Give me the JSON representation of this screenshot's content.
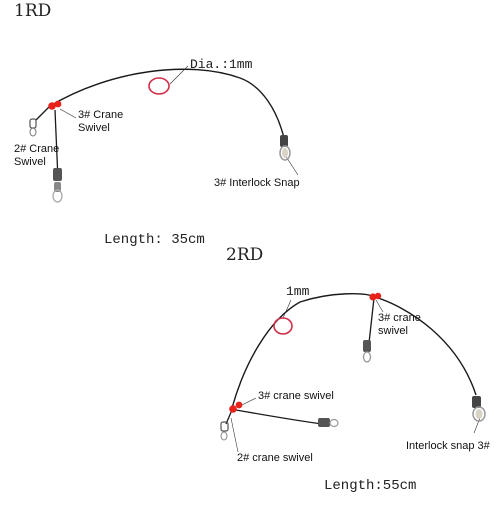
{
  "rig_1": {
    "title": "1RD",
    "diameter_label": "Dia.:1mm",
    "crane_swivel_3": "3# Crane\nSwivel",
    "crane_swivel_2": "2# Crane\nSwivel",
    "interlock_snap": "3# Interlock Snap",
    "length": "Length: 35cm"
  },
  "rig_2": {
    "title": "2RD",
    "diameter_label": "1mm",
    "crane_swivel_3_top": "3# crane\nswivel",
    "crane_swivel_3_side": "3# crane swivel",
    "crane_swivel_2": "2# crane swivel",
    "interlock_snap": "Interlock snap 3#",
    "length": "Length:55cm"
  },
  "colors": {
    "wire": "#1a1a1a",
    "bead": "#e8211b",
    "highlight_circle": "#d0304a",
    "label_text": "#111111"
  }
}
